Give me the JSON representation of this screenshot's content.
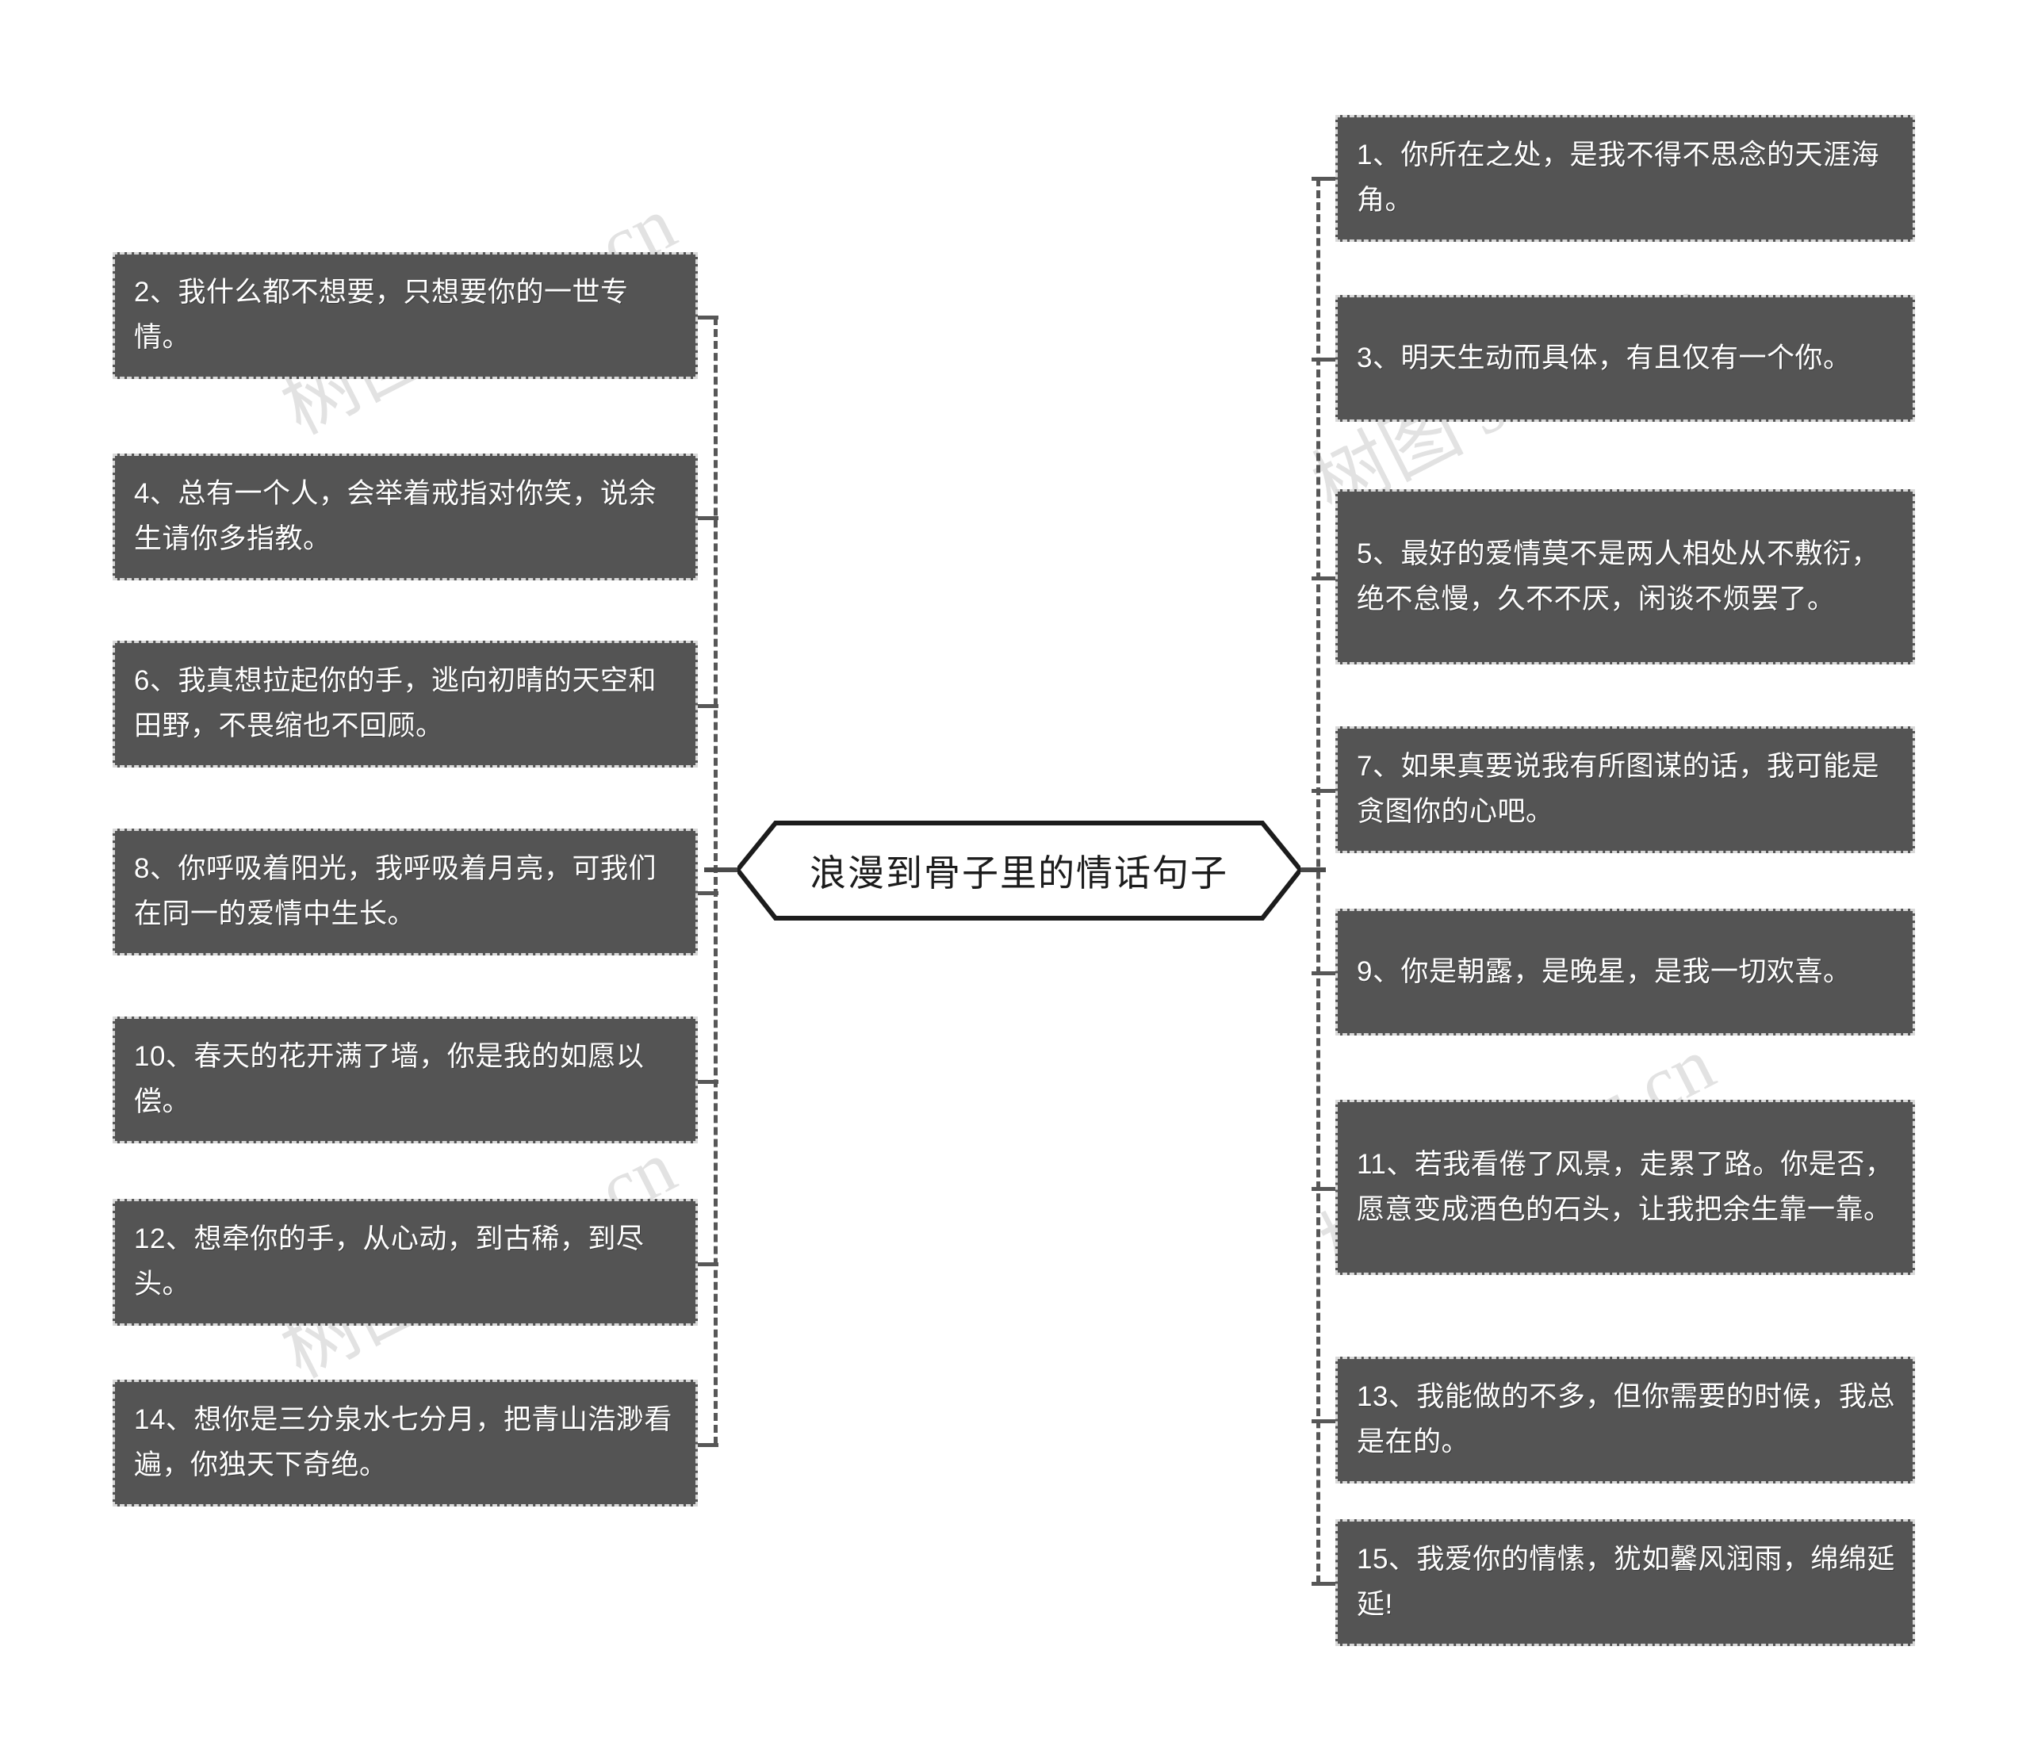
{
  "diagram": {
    "type": "mindmap",
    "title": "浪漫到骨子里的情话句子",
    "center": {
      "label": "浪漫到骨子里的情话句子",
      "shape": "hexagon"
    },
    "theme": {
      "node_fill": "#545454",
      "node_text": "#ffffff",
      "node_border": "#d8d8d8",
      "connector": "#575757",
      "center_stroke": "#1c1c1c",
      "background": "#ffffff"
    },
    "left_branch": [
      {
        "index": "2",
        "label": "2、我什么都不想要，只想要你的一世专情。"
      },
      {
        "index": "4",
        "label": "4、总有一个人，会举着戒指对你笑，说余生请你多指教。"
      },
      {
        "index": "6",
        "label": "6、我真想拉起你的手，逃向初晴的天空和田野，不畏缩也不回顾。"
      },
      {
        "index": "8",
        "label": "8、你呼吸着阳光，我呼吸着月亮，可我们在同一的爱情中生长。"
      },
      {
        "index": "10",
        "label": "10、春天的花开满了墙，你是我的如愿以偿。"
      },
      {
        "index": "12",
        "label": "12、想牵你的手，从心动，到古稀，到尽头。"
      },
      {
        "index": "14",
        "label": "14、想你是三分泉水七分月，把青山浩渺看遍，你独天下奇绝。"
      }
    ],
    "right_branch": [
      {
        "index": "1",
        "label": "1、你所在之处，是我不得不思念的天涯海角。"
      },
      {
        "index": "3",
        "label": "3、明天生动而具体，有且仅有一个你。"
      },
      {
        "index": "5",
        "label": "5、最好的爱情莫不是两人相处从不敷衍，绝不怠慢，久不不厌，闲谈不烦罢了。"
      },
      {
        "index": "7",
        "label": "7、如果真要说我有所图谋的话，我可能是贪图你的心吧。"
      },
      {
        "index": "9",
        "label": "9、你是朝露，是晚星，是我一切欢喜。"
      },
      {
        "index": "11",
        "label": "11、若我看倦了风景，走累了路。你是否，愿意变成酒色的石头，让我把余生靠一靠。"
      },
      {
        "index": "13",
        "label": "13、我能做的不多，但你需要的时候，我总是在的。"
      },
      {
        "index": "15",
        "label": "15、我爱你的情愫，犹如馨风润雨，绵绵延延!"
      }
    ],
    "watermarks": [
      {
        "text": "树图 shutu.cn"
      },
      {
        "text": "树图 shutu.cn"
      },
      {
        "text": "树图 shutu.cn"
      },
      {
        "text": "树图 shutu.cn"
      }
    ]
  }
}
